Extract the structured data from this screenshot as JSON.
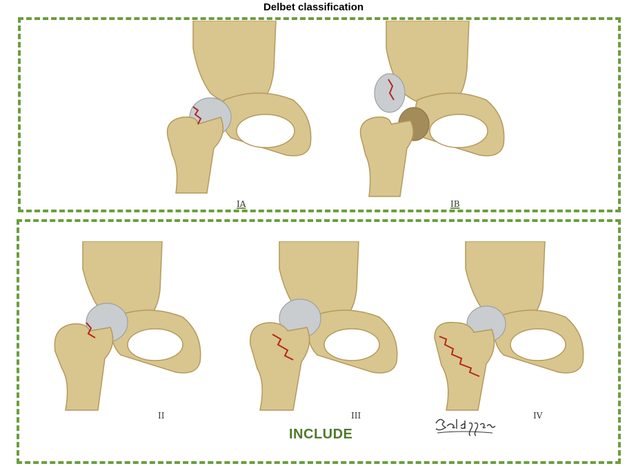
{
  "title": "Delbet classification",
  "groups": {
    "top": {
      "labels": [
        "IA",
        "IB"
      ]
    },
    "bottom": {
      "labels": [
        "II",
        "III",
        "IV"
      ],
      "caption": "INCLUDE"
    }
  },
  "signature": "Beldiggara",
  "colors": {
    "box_border": "#6a9e3c",
    "include_text": "#4d7a2c",
    "bone": "#d9c58e",
    "bone_shadow": "#b39a5c",
    "cartilage": "#c9cdd0",
    "fracture": "#b3261e"
  }
}
